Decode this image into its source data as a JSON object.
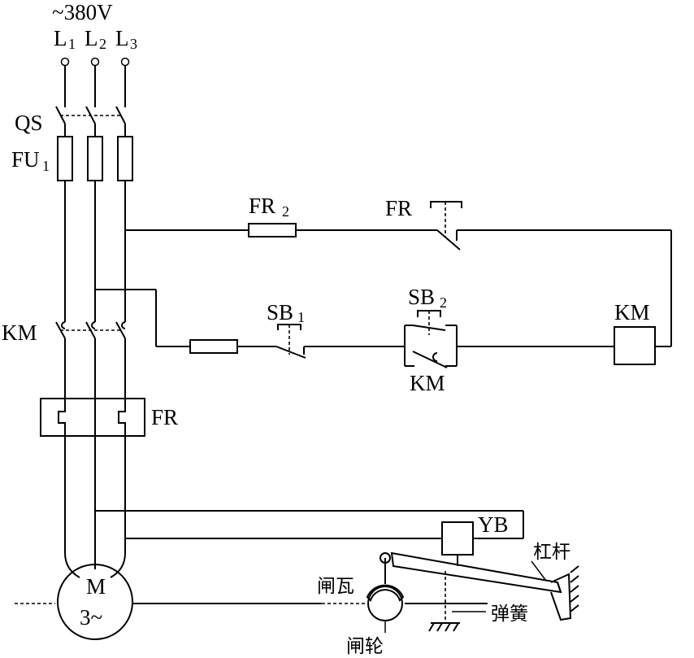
{
  "supply": {
    "voltage": "~380V"
  },
  "phases": [
    {
      "letter": "L",
      "sub": "1"
    },
    {
      "letter": "L",
      "sub": "2"
    },
    {
      "letter": "L",
      "sub": "3"
    }
  ],
  "labels": {
    "qs": "QS",
    "fu1": {
      "main": "FU",
      "sub": "1"
    },
    "km_main": "KM",
    "fr_main": "FR",
    "fr2": {
      "main": "FR",
      "sub": "2"
    },
    "fr_contact": "FR",
    "sb1": {
      "main": "SB",
      "sub": "1"
    },
    "sb2": {
      "main": "SB",
      "sub": "2"
    },
    "km_aux": "KM",
    "km_coil": "KM",
    "yb": "YB",
    "motor_m": "M",
    "motor_phase": "3~",
    "lever": "杠杆",
    "brake_shoe": "闸瓦",
    "spring": "弹簧",
    "brake_wheel": "闸轮"
  }
}
